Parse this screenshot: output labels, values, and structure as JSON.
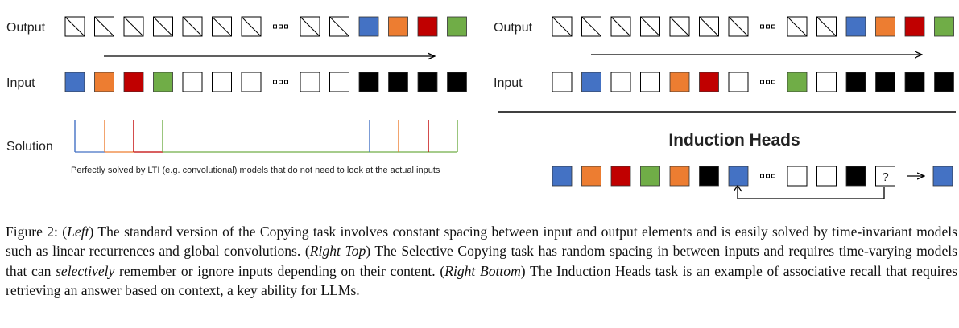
{
  "colors": {
    "blue": "#4472c4",
    "orange": "#ed7d31",
    "red": "#c00000",
    "green": "#70ad47",
    "black": "#000000",
    "white": "#ffffff",
    "hatched": "hatched"
  },
  "left": {
    "output_label": "Output",
    "input_label": "Input",
    "solution_label": "Solution",
    "output_row": [
      "hatched",
      "hatched",
      "hatched",
      "hatched",
      "hatched",
      "hatched",
      "hatched",
      "ellipsis",
      "hatched",
      "hatched",
      "blue",
      "orange",
      "red",
      "green"
    ],
    "input_row": [
      "blue",
      "orange",
      "red",
      "green",
      "white",
      "white",
      "white",
      "ellipsis",
      "white",
      "white",
      "black",
      "black",
      "black",
      "black"
    ],
    "solution_note": "Perfectly solved by LTI (e.g. convolutional) models that do not need to look at the actual inputs",
    "solution_spikes": [
      "blue",
      "orange",
      "red",
      "green",
      "blue",
      "orange",
      "red",
      "green"
    ]
  },
  "right_top": {
    "output_label": "Output",
    "input_label": "Input",
    "output_row": [
      "hatched",
      "hatched",
      "hatched",
      "hatched",
      "hatched",
      "hatched",
      "hatched",
      "ellipsis",
      "hatched",
      "hatched",
      "blue",
      "orange",
      "red",
      "green"
    ],
    "input_row": [
      "white",
      "blue",
      "white",
      "white",
      "orange",
      "red",
      "white",
      "ellipsis",
      "green",
      "white",
      "black",
      "black",
      "black",
      "black"
    ]
  },
  "right_bottom": {
    "title": "Induction Heads",
    "row": [
      "blue",
      "orange",
      "red",
      "green",
      "orange",
      "black",
      "blue",
      "ellipsis",
      "white",
      "white",
      "black",
      "query"
    ],
    "query_mark": "?",
    "answer": "blue"
  },
  "caption": {
    "figure_label": "Figure 2: (",
    "left_tag": "Left",
    "left_text": ") The standard version of the Copying task involves constant spacing between input and output elements and is easily solved by time-invariant models such as linear recurrences and global convolutions. (",
    "right_top_tag": "Right Top",
    "right_top_text": ") The Selective Copying task has random spacing in between inputs and requires time-varying models that can ",
    "selectively": "selectively",
    "right_top_text2": " remember or ignore inputs depending on their content. (",
    "right_bottom_tag": "Right Bottom",
    "right_bottom_text": ") The Induction Heads task is an example of associative recall that requires retrieving an answer based on context, a key ability for LLMs."
  }
}
